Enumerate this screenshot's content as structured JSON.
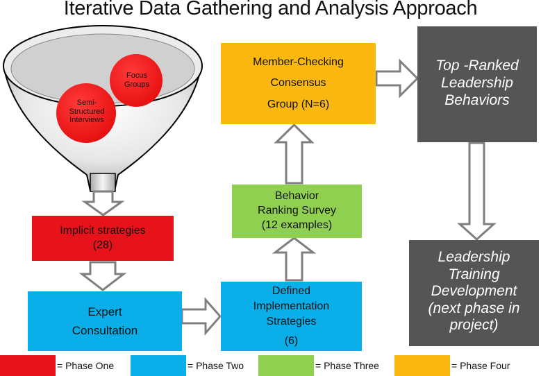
{
  "title": "Iterative Data Gathering and Analysis Approach",
  "funnel": {
    "circle_focus": "Focus Groups",
    "circle_semi": "Semi-Structured Interviews"
  },
  "boxes": {
    "implicit": [
      "Implicit strategies",
      "(28)"
    ],
    "expert": [
      "Expert",
      "Consultation"
    ],
    "defined": [
      "Defined",
      "Implementation",
      "Strategies",
      "(6)"
    ],
    "ranking": [
      "Behavior",
      "Ranking Survey",
      "(12 examples)"
    ],
    "member": [
      "Member-Checking",
      "Consensus",
      "Group (N=6)"
    ],
    "top": [
      "Top -Ranked",
      "Leadership",
      "Behaviors"
    ],
    "training": [
      "Leadership",
      "Training",
      "Development",
      "(next phase in",
      "project)"
    ]
  },
  "legend": [
    {
      "label": "= Phase One",
      "color": "#e8121a"
    },
    {
      "label": "= Phase Two",
      "color": "#0aaee8"
    },
    {
      "label": "= Phase Three",
      "color": "#8fd051"
    },
    {
      "label": "= Phase Four",
      "color": "#fbb811"
    }
  ],
  "colors": {
    "phase_one": "#e8121a",
    "phase_two": "#0aaee8",
    "phase_three": "#8fd051",
    "phase_four": "#fbb811",
    "outcome": "#555555"
  }
}
